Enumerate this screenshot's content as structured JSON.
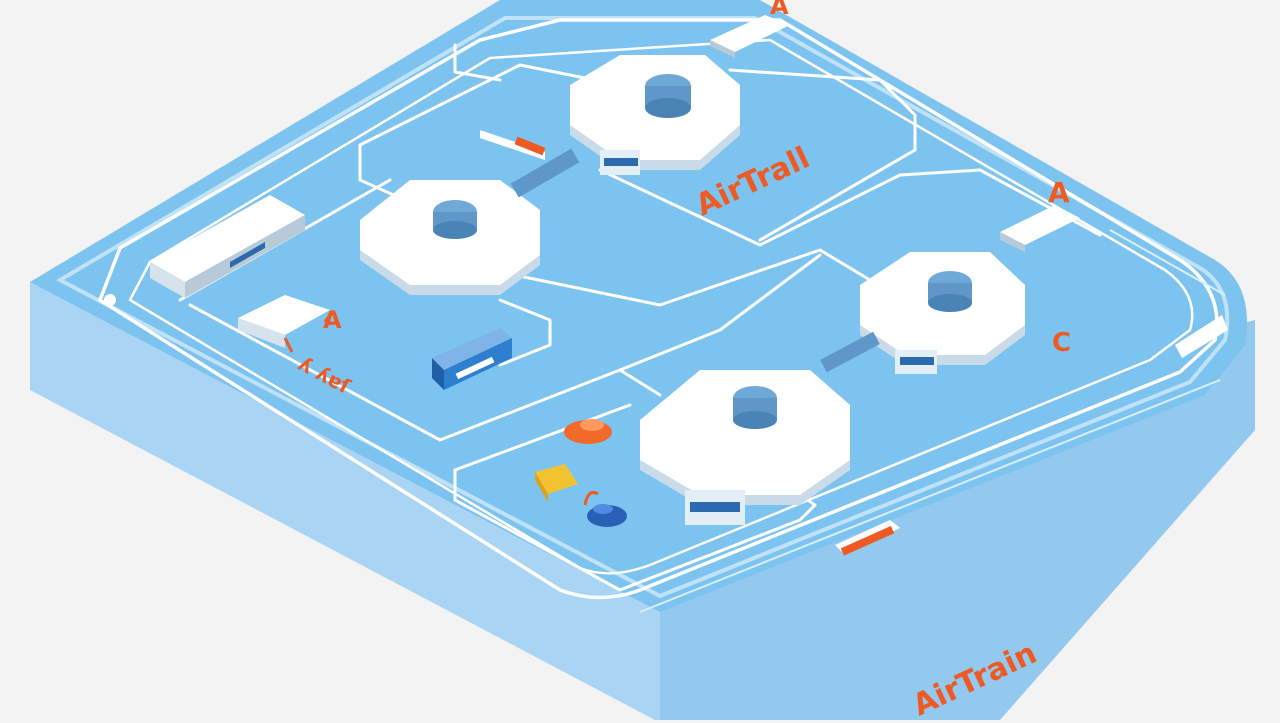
{
  "labels": {
    "top_a": "A",
    "right_a": "A",
    "c": "C",
    "airtrail": "AirTrall",
    "terminal_left": "A",
    "scribble": "ʎ ʎɐſ",
    "airtrain": "AirTrain"
  },
  "colors": {
    "background": "#f3f3f3",
    "platform_top": "#7cc3ef",
    "platform_side": "#93c8ef",
    "platform_front": "#a9d4f3",
    "track": "#ffffff",
    "building": "#ffffff",
    "building_shadow": "#c9dbe8",
    "accent": "#ee5a24",
    "bus": "#2f7fd0",
    "taxi": "#f2c230",
    "car_orange": "#f26a2a",
    "car_blue": "#2860b5"
  },
  "icons": [
    "terminal-building",
    "control-tower",
    "bus-icon",
    "car-icon",
    "train-icon",
    "parking-garage"
  ]
}
